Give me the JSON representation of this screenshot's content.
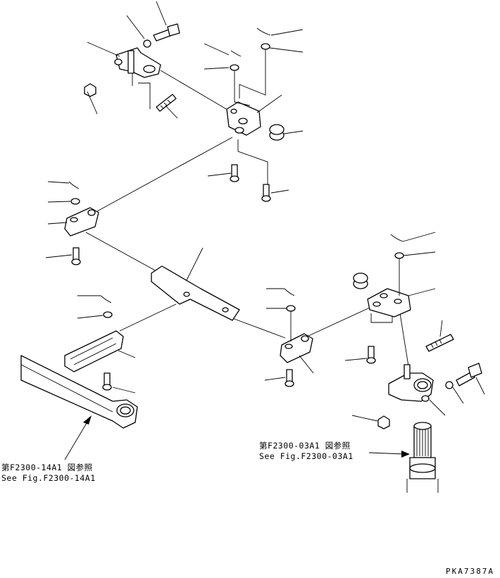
{
  "diagram": {
    "ref_left": {
      "jp": "第F2300-14A1 図参照",
      "en": "See Fig.F2300-14A1"
    },
    "ref_right": {
      "jp": "第F2300-03A1 図参照",
      "en": "See Fig.F2300-03A1"
    },
    "drawing_code": "PKA7387A"
  }
}
